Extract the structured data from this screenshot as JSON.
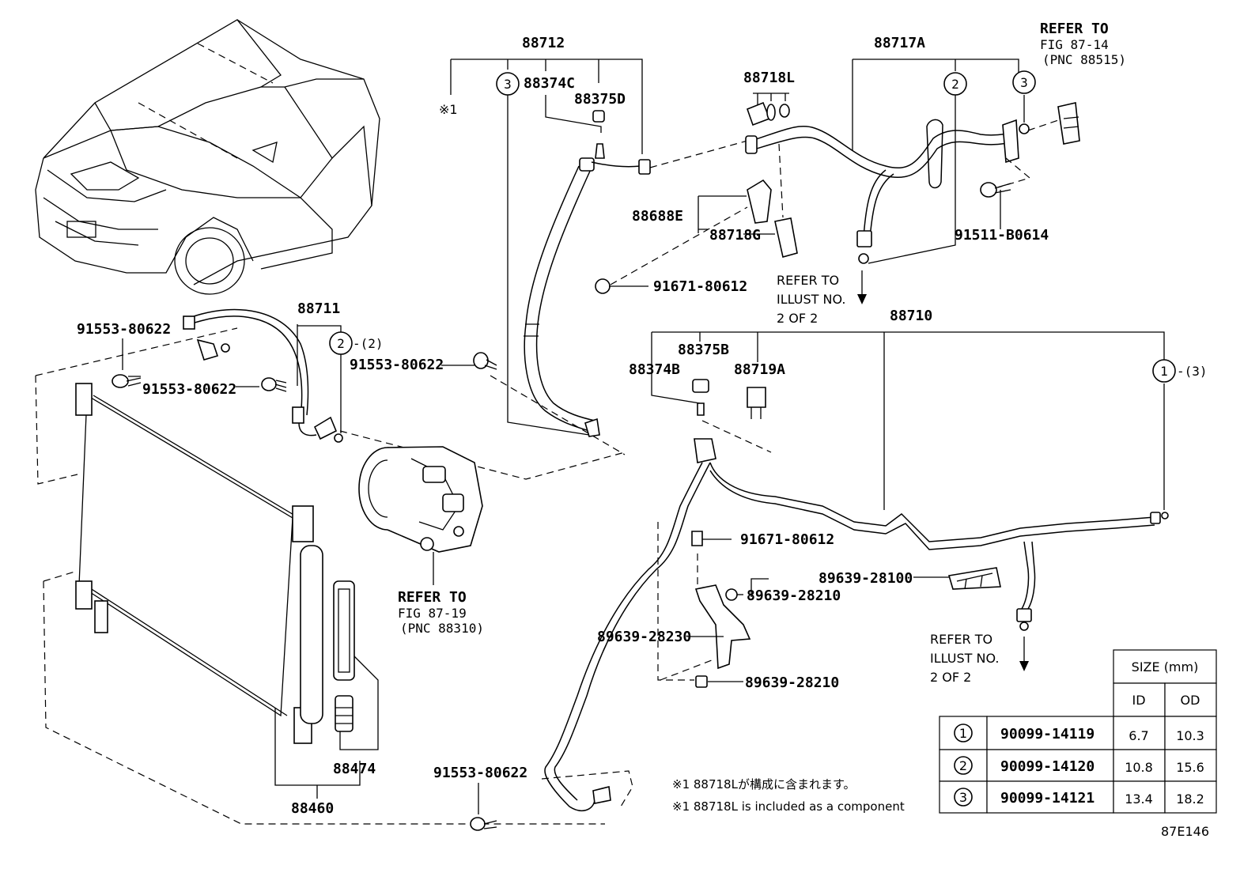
{
  "labels": {
    "p88712": "88712",
    "p88717A": "88717A",
    "refer_fig_87_14": [
      "REFER TO",
      "FIG 87-14",
      "(PNC 88515)"
    ],
    "p88374C": "88374C",
    "p88375D": "88375D",
    "note_mark_1": "※1",
    "p88718L": "88718L",
    "p88688E": "88688E",
    "p88718G": "88718G",
    "p91511_B0614": "91511-B0614",
    "p91671_80612_a": "91671-80612",
    "refer_illust_a": [
      "REFER TO",
      "ILLUST NO.",
      "2 OF 2"
    ],
    "p88711": "88711",
    "p91553_80622_a": "91553-80622",
    "p91553_80622_b": "91553-80622",
    "p91553_80622_c": "91553-80622",
    "circle2_sub": "-(2)",
    "p88710": "88710",
    "p88375B": "88375B",
    "p88374B": "88374B",
    "p88719A": "88719A",
    "circle1_sub": "-(3)",
    "p91671_80612_b": "91671-80612",
    "p89639_28100": "89639-28100",
    "p89639_28210_a": "89639-28210",
    "p89639_28230": "89639-28230",
    "p89639_28210_b": "89639-28210",
    "refer_fig_87_19": [
      "REFER TO",
      "FIG 87-19",
      "(PNC 88310)"
    ],
    "refer_illust_b": [
      "REFER TO",
      "ILLUST NO.",
      "2 OF 2"
    ],
    "p88474": "88474",
    "p88460": "88460",
    "p91553_80622_d": "91553-80622",
    "note_jp": "※1 88718Lが構成に含まれます。",
    "note_en": "※1 88718L is included as a component",
    "figure_id": "87E146"
  },
  "circle_refs": {
    "c1": "1",
    "c2": "2",
    "c3": "3"
  },
  "size_table": {
    "header": "SIZE (mm)",
    "col_id": "ID",
    "col_od": "OD",
    "rows": [
      {
        "ref": "1",
        "part": "90099-14119",
        "id": "6.7",
        "od": "10.3"
      },
      {
        "ref": "2",
        "part": "90099-14120",
        "id": "10.8",
        "od": "15.6"
      },
      {
        "ref": "3",
        "part": "90099-14121",
        "id": "13.4",
        "od": "18.2"
      }
    ]
  }
}
